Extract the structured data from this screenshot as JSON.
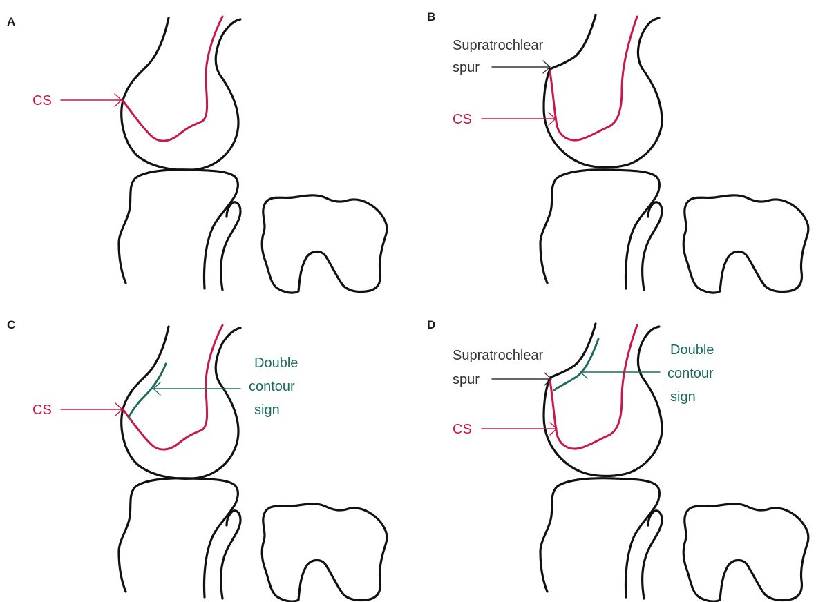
{
  "colors": {
    "outline": "#111111",
    "crossing_sign": "#c8184a",
    "double_contour": "#1d6b5e",
    "spur": "#333333"
  },
  "panels": {
    "a": {
      "letter": "A",
      "cs_label": "CS"
    },
    "b": {
      "letter": "B",
      "cs_label": "CS",
      "spur_label_line1": "Supratrochlear",
      "spur_label_line2": "spur"
    },
    "c": {
      "letter": "C",
      "cs_label": "CS",
      "dc_label_line1": "Double",
      "dc_label_line2": "contour",
      "dc_label_line3": "sign"
    },
    "d": {
      "letter": "D",
      "cs_label": "CS",
      "spur_label_line1": "Supratrochlear",
      "spur_label_line2": "spur",
      "dc_label_line1": "Double",
      "dc_label_line2": "contour",
      "dc_label_line3": "sign"
    }
  }
}
